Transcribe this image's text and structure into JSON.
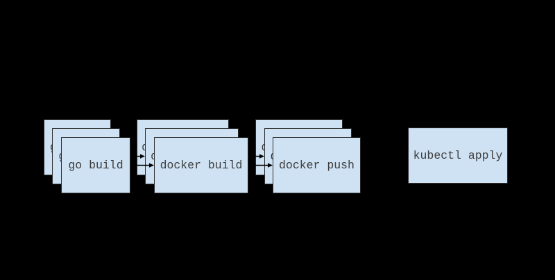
{
  "background_color": "#000000",
  "diagram": {
    "type": "pipeline-flowchart",
    "box_fill": "#cfe2f3",
    "box_border": "#2b2b2b",
    "text_color": "#3d3d3d",
    "arrow_color": "#000000",
    "stages": [
      {
        "id": "go-build",
        "label": "go build",
        "stacked": true,
        "layers": 3
      },
      {
        "id": "docker-build",
        "label": "docker build",
        "stacked": true,
        "layers": 3
      },
      {
        "id": "docker-push",
        "label": "docker push",
        "stacked": true,
        "layers": 3
      },
      {
        "id": "kubectl-apply",
        "label": "kubectl apply",
        "stacked": false,
        "layers": 1
      }
    ],
    "connections": [
      {
        "from": "go-build",
        "to": "docker-build",
        "arrows_visible": 2
      },
      {
        "from": "docker-build",
        "to": "docker-push",
        "arrows_visible": 2
      }
    ]
  }
}
